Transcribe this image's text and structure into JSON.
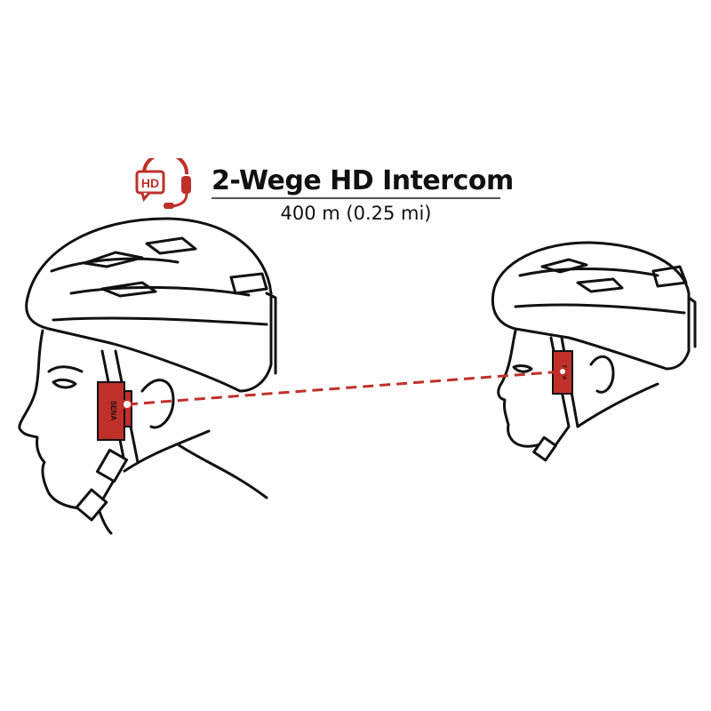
{
  "header": {
    "title": "2-Wege HD Intercom",
    "range": "400 m (0.25 mi)",
    "icon": "hd-headset-icon",
    "icon_text": "HD"
  },
  "device_logo": "SENA",
  "colors": {
    "accent": "#c0302a",
    "line": "#111111"
  }
}
